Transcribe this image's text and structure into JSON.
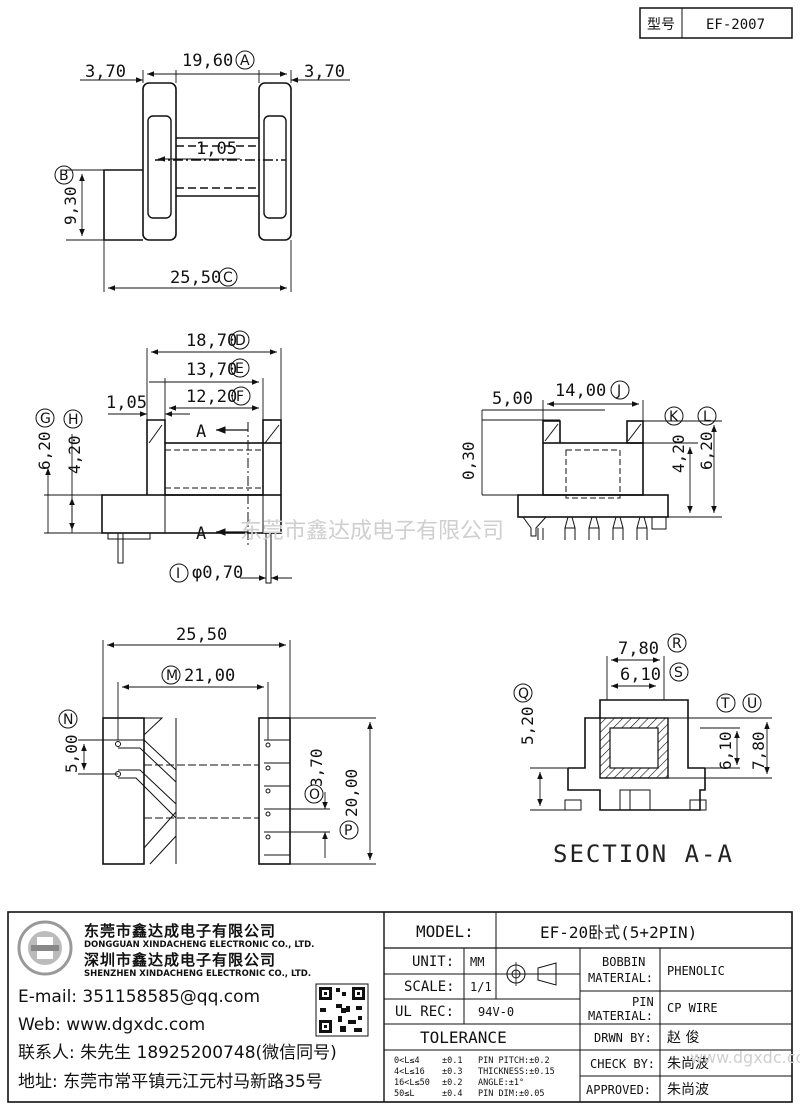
{
  "header": {
    "model_label": "型号",
    "model_code": "EF-2007"
  },
  "top_view": {
    "dims": {
      "left_wall": "3,70",
      "width": "19,60",
      "right_wall": "3,70",
      "core_gap": "1,05",
      "height": "9,30",
      "overall": "25,50"
    },
    "markers": {
      "width": "A",
      "height": "B",
      "overall": "C"
    }
  },
  "front_view": {
    "dims": {
      "d": "18,70",
      "e": "13,70",
      "f": "12,20",
      "flange": "1,05",
      "g": "6,20",
      "h": "4,20",
      "pin_dia": "φ0,70"
    },
    "markers": {
      "d": "D",
      "e": "E",
      "f": "F",
      "g": "G",
      "h": "H",
      "pin": "I"
    },
    "section_marks": [
      "A",
      "A"
    ]
  },
  "side_view": {
    "dims": {
      "j": "14,00",
      "offset": "5,00",
      "step": "0,30",
      "k": "4,20",
      "l": "6,20"
    },
    "markers": {
      "j": "J",
      "k": "K",
      "l": "L"
    }
  },
  "bottom_view": {
    "dims": {
      "overall": "25,50",
      "m": "21,00",
      "n": "5,00",
      "o": "3,70",
      "p": "20,00"
    },
    "markers": {
      "m": "M",
      "n": "N",
      "o": "O",
      "p": "P"
    }
  },
  "section_view": {
    "title": "SECTION A-A",
    "dims": {
      "r": "7,80",
      "s": "6,10",
      "q": "5,20",
      "t": "6,10",
      "u": "7,80"
    },
    "markers": {
      "r": "R",
      "s": "S",
      "q": "Q",
      "t": "T",
      "u": "U"
    }
  },
  "watermark": "东莞市鑫达成电子有限公司",
  "company": {
    "name1": "东莞市鑫达成电子有限公司",
    "name1_en": "DONGGUAN XINDACHENG ELECTRONIC CO., LTD.",
    "name2": "深圳市鑫达成电子有限公司",
    "name2_en": "SHENZHEN XINDACHENG ELECTRONIC CO., LTD.",
    "email": "E-mail: 351158585@qq.com",
    "web": "Web: www.dgxdc.com",
    "contact": "联系人: 朱先生 18925200748(微信同号)",
    "address": "地址: 东莞市常平镇元江元村马新路35号"
  },
  "title_block": {
    "model_label": "MODEL:",
    "model_value": "EF-20卧式(5+2PIN)",
    "unit_label": "UNIT:",
    "unit_value": "MM",
    "scale_label": "SCALE:",
    "scale_value": "1/1",
    "ul_label": "UL REC:",
    "ul_value": "94V-0",
    "tolerance_label": "TOLERANCE",
    "bobbin_label_1": "BOBBIN",
    "bobbin_label_2": "MATERIAL:",
    "bobbin_value": "PHENOLIC",
    "pin_label_1": "PIN",
    "pin_label_2": "MATERIAL:",
    "pin_value": "CP WIRE",
    "drawn_label": "DRWN BY:",
    "drawn_value": "赵 俊",
    "check_label": "CHECK BY:",
    "check_value": "朱尚波",
    "approved_label": "APPROVED:",
    "approved_value": "朱尚波",
    "tolerances": [
      [
        "0<L≤4",
        "±0.1",
        "PIN PITCH:±0.2"
      ],
      [
        "4<L≤16",
        "±0.3",
        "THICKNESS:±0.15"
      ],
      [
        "16<L≤50",
        "±0.2",
        "ANGLE:±1°"
      ],
      [
        "50≤L",
        "±0.4",
        "PIN DIM:±0.05"
      ]
    ],
    "watermark_url": "www.dgxdc.com"
  }
}
